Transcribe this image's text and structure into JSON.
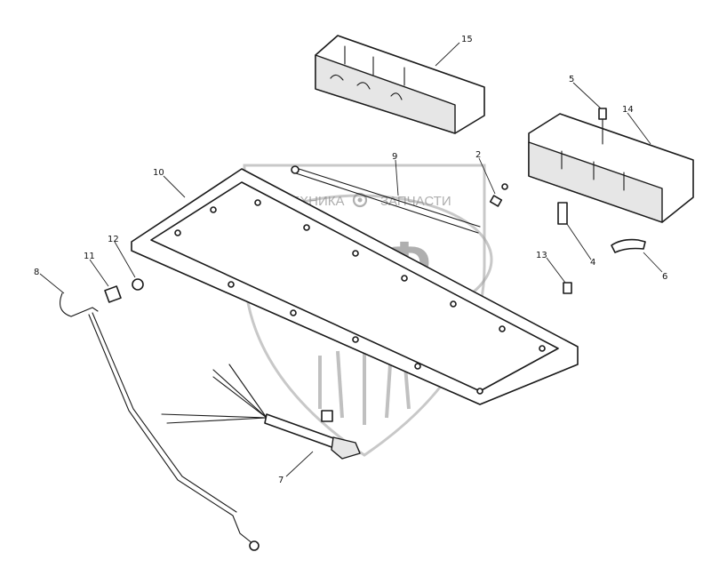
{
  "watermark": {
    "top_text_left": "ТЕХНИКА",
    "top_text_right": "ЗАПЧАСТИ",
    "logo_text": "ЭПФ",
    "gear_icon": "gear-icon",
    "color": "#8e8e8e"
  },
  "callouts": [
    {
      "label": "15"
    },
    {
      "label": "5"
    },
    {
      "label": "14"
    },
    {
      "label": "9"
    },
    {
      "label": "2"
    },
    {
      "label": "10"
    },
    {
      "label": "4"
    },
    {
      "label": "6"
    },
    {
      "label": "13"
    },
    {
      "label": "11"
    },
    {
      "label": "12"
    },
    {
      "label": "8"
    },
    {
      "label": "7"
    }
  ]
}
